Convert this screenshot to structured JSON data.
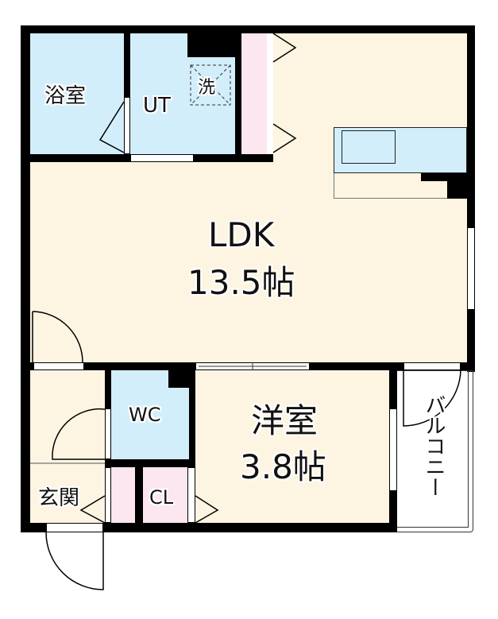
{
  "floorplan": {
    "rooms": {
      "bath": {
        "label": "浴室"
      },
      "utility": {
        "label": "UT"
      },
      "washer": {
        "label": "洗"
      },
      "ldk": {
        "name": "LDK",
        "size": "13.5帖"
      },
      "western": {
        "name": "洋室",
        "size": "3.8帖"
      },
      "wc": {
        "label": "WC"
      },
      "closet": {
        "label": "CL"
      },
      "entrance": {
        "label": "玄関"
      },
      "balcony": {
        "label": "バルコニー"
      }
    },
    "colors": {
      "wall": "#000000",
      "living_floor": "#fdf5e2",
      "wet_area": "#d3eefb",
      "storage": "#fce6ef"
    }
  }
}
